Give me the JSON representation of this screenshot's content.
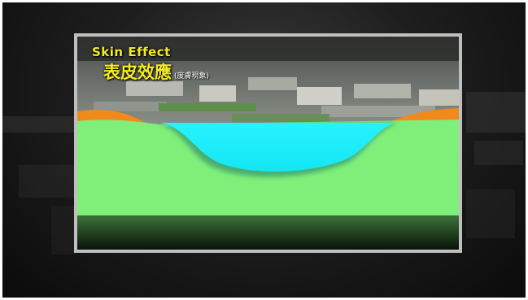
{
  "title": {
    "english": "Skin Effect",
    "chinese": "表皮效應",
    "chinese_note": "(度膚現象)"
  },
  "colors": {
    "text_accent": "#f4ec27",
    "ground": "#7ef07a",
    "water": "#1ef0ff",
    "crust": "#f08a1a",
    "frame_border": "#bfbfbf"
  }
}
